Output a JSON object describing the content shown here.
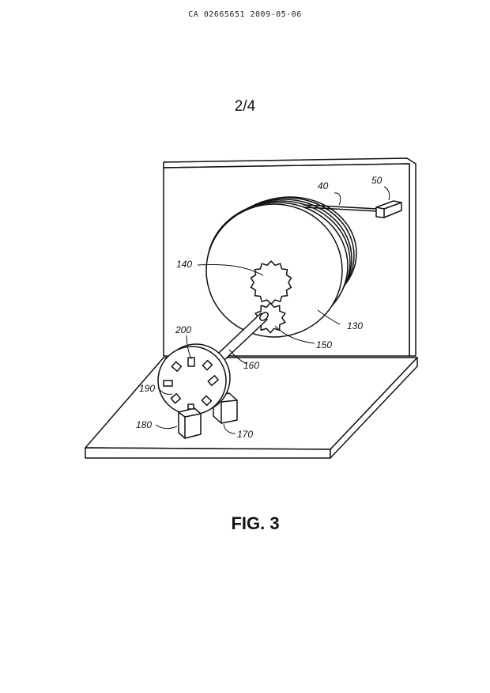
{
  "header": "CA 02665651 2009-05-06",
  "sheet_number": "2/4",
  "figure_caption": "FIG. 3",
  "reference_labels": {
    "r40": "40",
    "r50": "50",
    "r130": "130",
    "r140": "140",
    "r150": "150",
    "r160": "160",
    "r170": "170",
    "r180": "180",
    "r190": "190",
    "r200": "200"
  }
}
